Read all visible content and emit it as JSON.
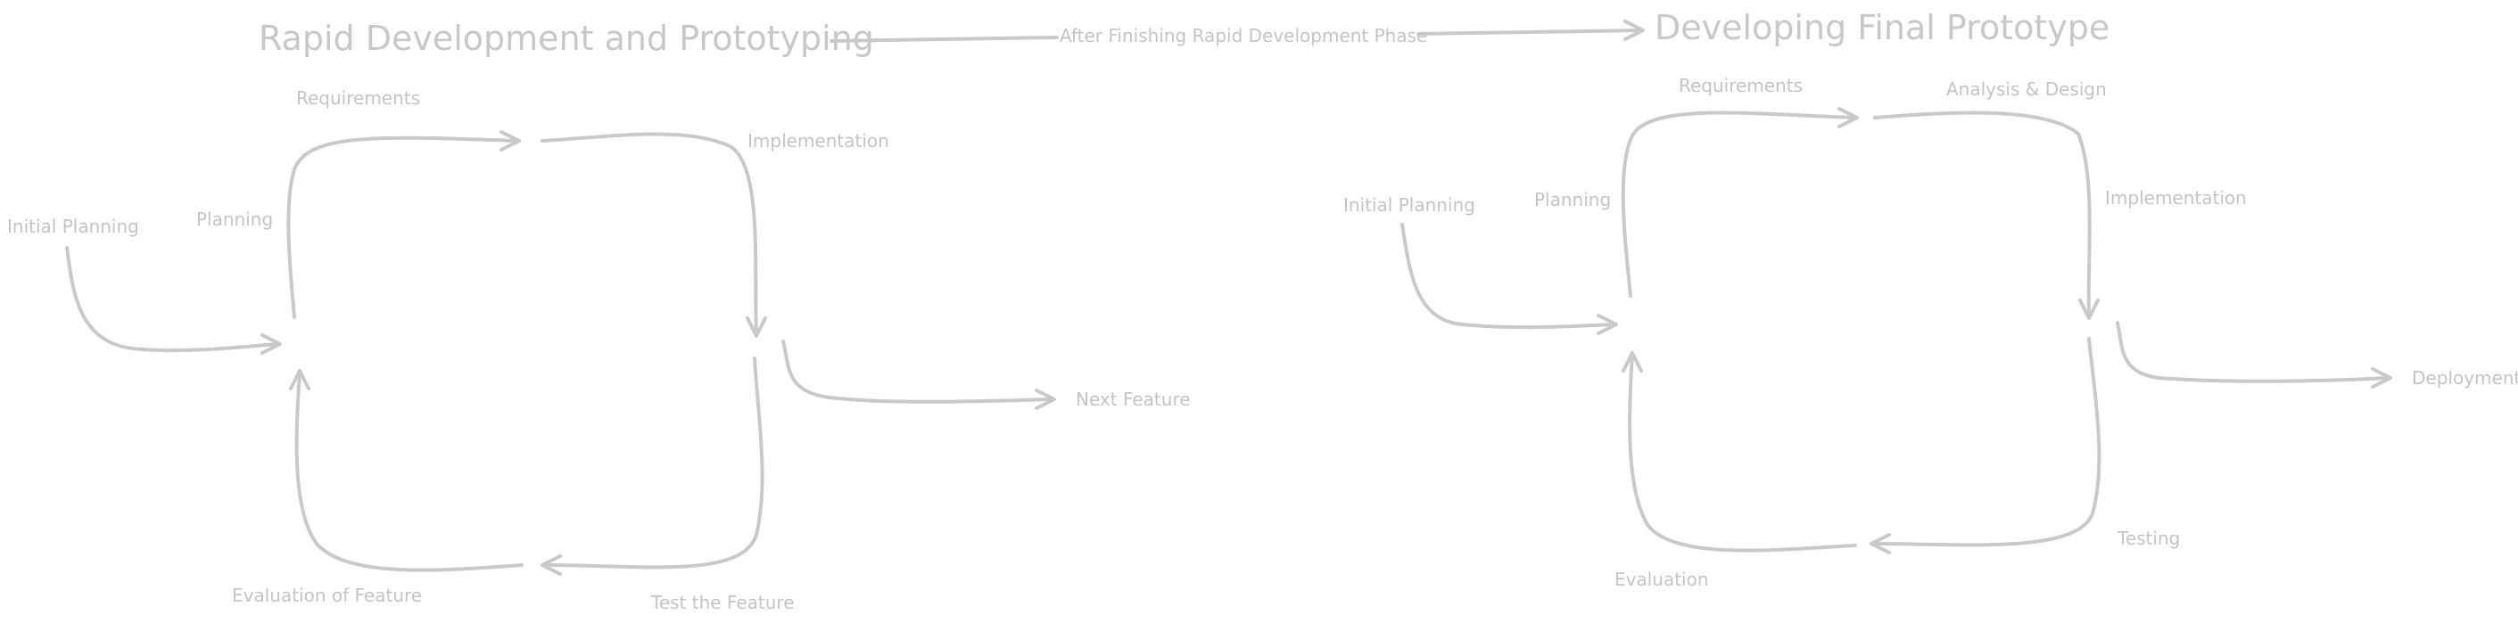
{
  "diagram": {
    "phase1": {
      "title": "Rapid Development and Prototyping",
      "labels": {
        "initial_planning": "Initial Planning",
        "planning": "Planning",
        "requirements": "Requirements",
        "implementation": "Implementation",
        "next_feature": "Next Feature",
        "test_feature": "Test the Feature",
        "evaluation": "Evaluation of Feature"
      }
    },
    "transition": "After Finishing Rapid Development Phase",
    "phase2": {
      "title": "Developing Final Prototype",
      "labels": {
        "initial_planning": "Initial Planning",
        "planning": "Planning",
        "requirements": "Requirements",
        "analysis_design": "Analysis & Design",
        "implementation": "Implementation",
        "deployment": "Deployment",
        "testing": "Testing",
        "evaluation": "Evaluation"
      }
    },
    "colors": {
      "stroke": "#c9c9c9",
      "text": "#c4c4c4"
    }
  }
}
